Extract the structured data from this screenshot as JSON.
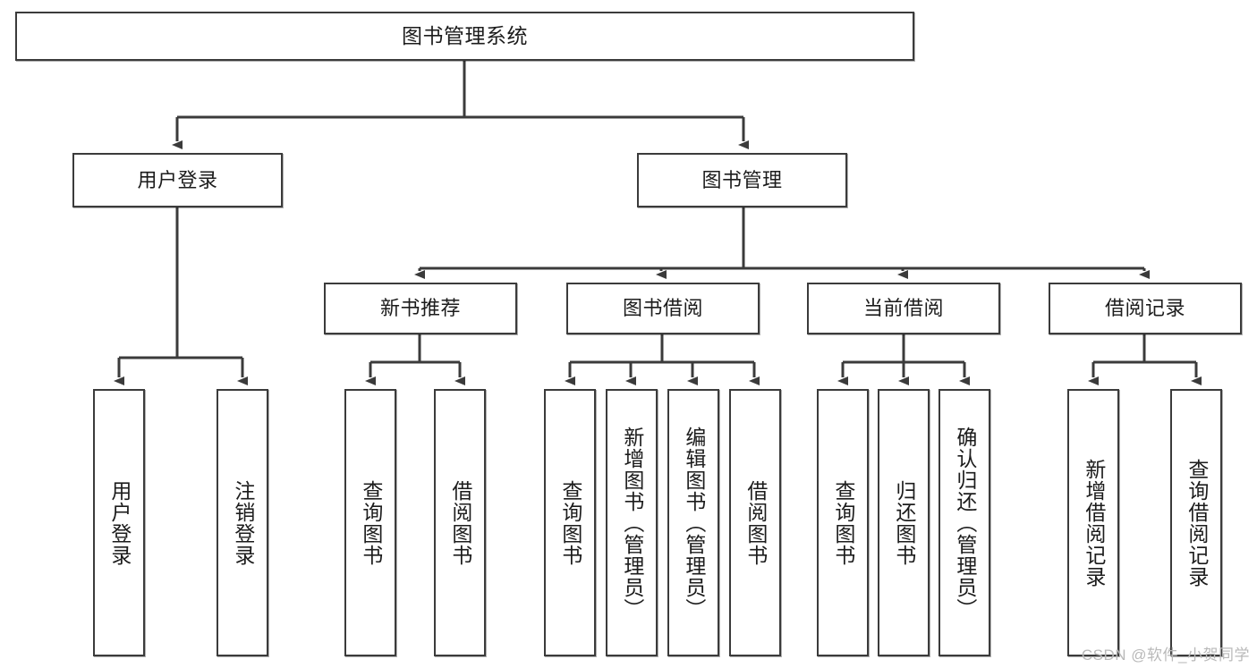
{
  "diagram": {
    "title": "图书管理系统",
    "type": "tree",
    "watermark": "CSDN @软件_小贺同学",
    "colors": {
      "stroke": "#3b3b3b",
      "fill": "#ffffff",
      "text": "#1c1c1c",
      "watermark": "#b9b9b9"
    },
    "nodes": {
      "root": {
        "label": "图书管理系统"
      },
      "level2": [
        {
          "label": "用户登录"
        },
        {
          "label": "图书管理"
        }
      ],
      "level3": [
        {
          "label": "新书推荐"
        },
        {
          "label": "图书借阅"
        },
        {
          "label": "当前借阅"
        },
        {
          "label": "借阅记录"
        }
      ],
      "leaves": {
        "user_login": [
          {
            "label": "用户登录"
          },
          {
            "label": "注销登录"
          }
        ],
        "new_book_recommend": [
          {
            "label": "查询图书"
          },
          {
            "label": "借阅图书"
          }
        ],
        "book_borrow": [
          {
            "label": "查询图书"
          },
          {
            "label": "新增图书（管理员）"
          },
          {
            "label": "编辑图书（管理员）"
          },
          {
            "label": "借阅图书"
          }
        ],
        "current_borrow": [
          {
            "label": "查询图书"
          },
          {
            "label": "归还图书"
          },
          {
            "label": "确认归还（管理员）"
          }
        ],
        "borrow_record": [
          {
            "label": "新增借阅记录"
          },
          {
            "label": "查询借阅记录"
          }
        ]
      }
    }
  }
}
